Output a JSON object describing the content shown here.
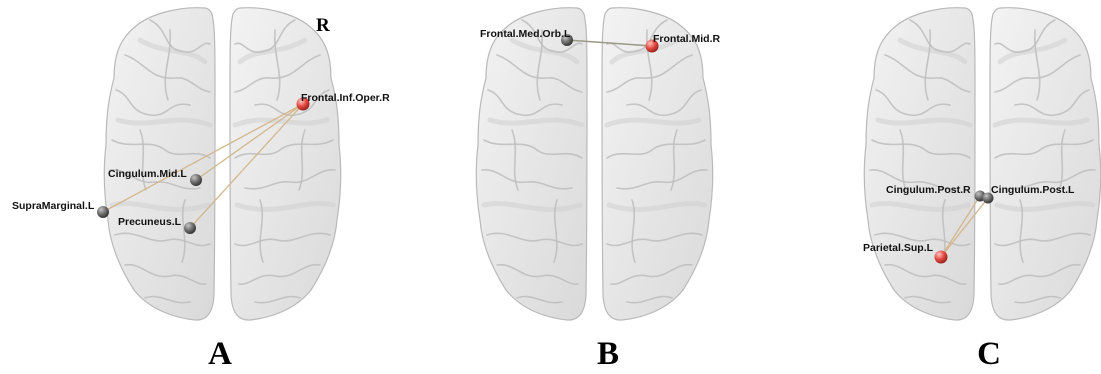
{
  "colors": {
    "node_gray": "#6b6b6b",
    "node_red": "#e0453e",
    "edge_tan": "#d4b78c",
    "edge_dark": "#9a9a86",
    "brain_fill": "#e9e9e9"
  },
  "orientation_label": "R",
  "panels": [
    {
      "letter": "A",
      "nodes": [
        {
          "label": "Frontal.Inf.Oper.R",
          "color": "red"
        },
        {
          "label": "Cingulum.Mid.L",
          "color": "gray"
        },
        {
          "label": "SupraMarginal.L",
          "color": "gray"
        },
        {
          "label": "Precuneus.L",
          "color": "gray"
        }
      ],
      "edges": [
        [
          "Frontal.Inf.Oper.R",
          "Cingulum.Mid.L"
        ],
        [
          "Frontal.Inf.Oper.R",
          "SupraMarginal.L"
        ],
        [
          "Frontal.Inf.Oper.R",
          "Precuneus.L"
        ]
      ]
    },
    {
      "letter": "B",
      "nodes": [
        {
          "label": "Frontal.Med.Orb.L",
          "color": "gray"
        },
        {
          "label": "Frontal.Mid.R",
          "color": "red"
        }
      ],
      "edges": [
        [
          "Frontal.Med.Orb.L",
          "Frontal.Mid.R"
        ]
      ]
    },
    {
      "letter": "C",
      "nodes": [
        {
          "label": "Cingulum.Post.R",
          "color": "gray"
        },
        {
          "label": "Cingulum.Post.L",
          "color": "gray"
        },
        {
          "label": "Parietal.Sup.L",
          "color": "red"
        }
      ],
      "edges": [
        [
          "Parietal.Sup.L",
          "Cingulum.Post.R"
        ],
        [
          "Parietal.Sup.L",
          "Cingulum.Post.L"
        ]
      ]
    }
  ]
}
